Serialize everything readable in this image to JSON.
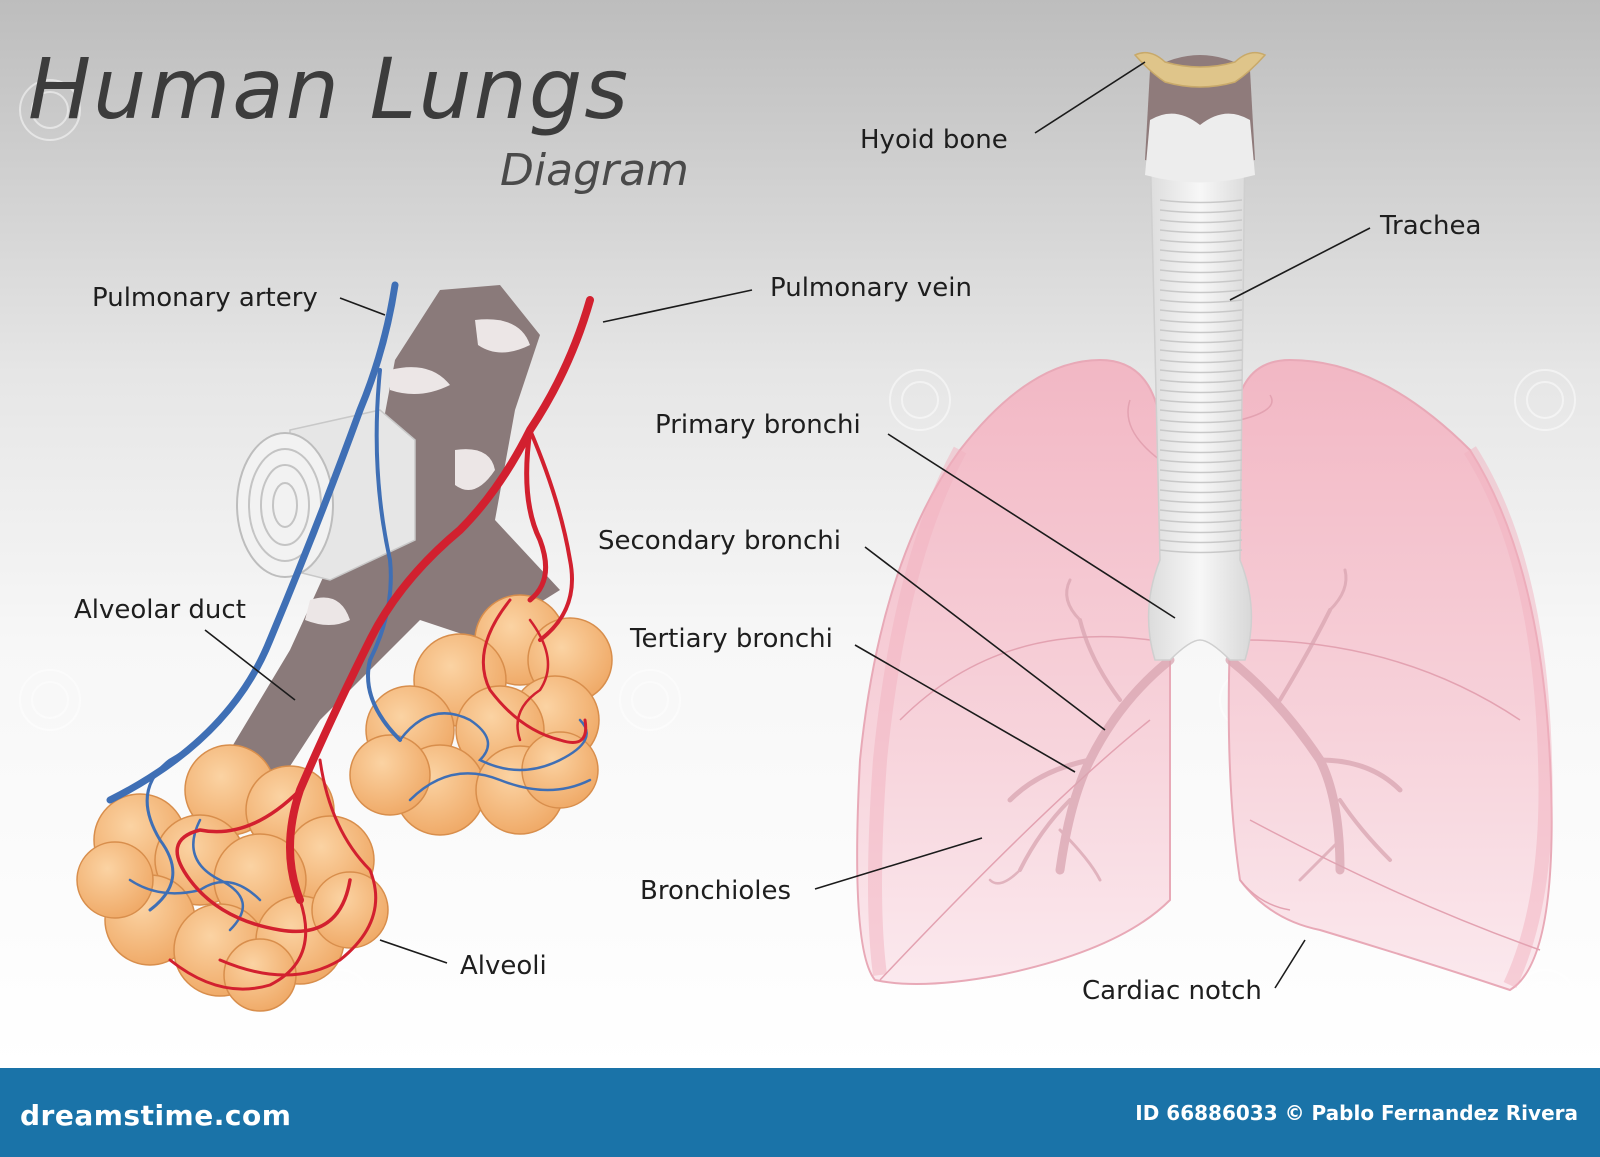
{
  "title": {
    "main": "Human Lungs",
    "sub": "Diagram"
  },
  "labels": {
    "pulmonary_artery": "Pulmonary artery",
    "pulmonary_vein": "Pulmonary vein",
    "alveolar_duct": "Alveolar duct",
    "alveoli": "Alveoli",
    "hyoid_bone": "Hyoid bone",
    "trachea": "Trachea",
    "primary_bronchi": "Primary bronchi",
    "secondary_bronchi": "Secondary bronchi",
    "tertiary_bronchi": "Tertiary bronchi",
    "bronchioles": "Bronchioles",
    "cardiac_notch": "Cardiac notch"
  },
  "footer": {
    "site": "dreamstime.com",
    "credit": "ID 66886033 © Pablo Fernandez Rivera",
    "bar_color": "#1a73a8"
  },
  "watermark": {
    "text": "dreamstime"
  },
  "colors": {
    "artery": "#3f6fb5",
    "vein": "#d2202f",
    "alveoli": "#f5b877",
    "duct": "#8a7a7a",
    "lung": "#f4c6d0",
    "trachea": "#f0f0f0",
    "hyoid": "#dfc58a"
  }
}
